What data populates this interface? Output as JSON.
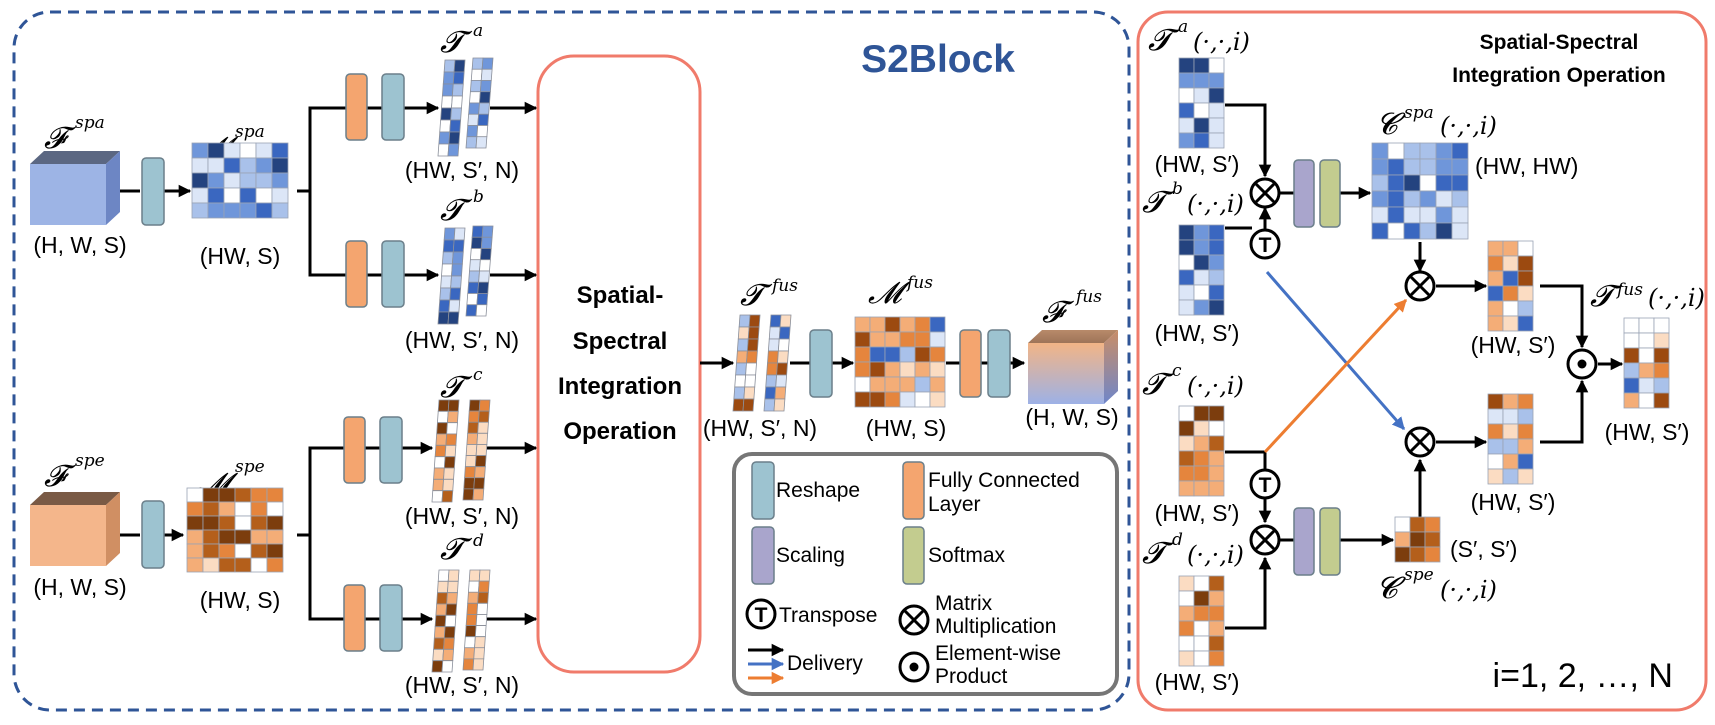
{
  "title": "S2Block",
  "ssio": {
    "center_lines": [
      "Spatial-",
      "Spectral",
      "Integration",
      "Operation"
    ],
    "right_title_lines": [
      "Spatial-Spectral",
      "Integration Operation"
    ]
  },
  "left": {
    "f_spa": {
      "sym": "𝓕",
      "sup": "spa",
      "dims": "(H, W, S)"
    },
    "m_spa": {
      "sym": "𝓜",
      "sup": "spa",
      "dims": "(HW, S)"
    },
    "t_a": {
      "sym": "𝓣",
      "sup": "a",
      "dims": "(HW, S′, N)"
    },
    "t_b": {
      "sym": "𝓣",
      "sup": "b",
      "dims": "(HW, S′, N)"
    },
    "f_spe": {
      "sym": "𝓕",
      "sup": "spe",
      "dims": "(H, W, S)"
    },
    "m_spe": {
      "sym": "𝓜",
      "sup": "spe",
      "dims": "(HW, S)"
    },
    "t_c": {
      "sym": "𝓣",
      "sup": "c",
      "dims": "(HW, S′, N)"
    },
    "t_d": {
      "sym": "𝓣",
      "sup": "d",
      "dims": "(HW, S′, N)"
    },
    "t_fus": {
      "sym": "𝓣",
      "sup": "fus",
      "dims": "(HW, S′, N)"
    },
    "m_fus": {
      "sym": "𝓜",
      "sup": "fus",
      "dims": "(HW, S)"
    },
    "f_fus": {
      "sym": "𝓕",
      "sup": "fus",
      "dims": "(H, W, S)"
    }
  },
  "legend": {
    "reshape": "Reshape",
    "fc_lines": [
      "Fully Connected",
      "Layer"
    ],
    "scaling": "Scaling",
    "softmax": "Softmax",
    "transpose": "Transpose",
    "matmul_lines": [
      "Matrix",
      "Multiplication"
    ],
    "delivery": "Delivery",
    "elementwise_lines": [
      "Element-wise",
      "Product"
    ]
  },
  "right": {
    "t_a": {
      "sym": "𝓣",
      "sup": "a",
      "arg": "(·,·,i)",
      "dims": "(HW, S′)"
    },
    "t_b": {
      "sym": "𝓣",
      "sup": "b",
      "arg": "(·,·,i)",
      "dims": "(HW, S′)"
    },
    "t_c": {
      "sym": "𝓣",
      "sup": "c",
      "arg": "(·,·,i)",
      "dims": "(HW, S′)"
    },
    "t_d": {
      "sym": "𝓣",
      "sup": "d",
      "arg": "(·,·,i)",
      "dims": "(HW, S′)"
    },
    "c_spa": {
      "sym": "𝓒",
      "sup": "spa",
      "arg": "(·,·,i)",
      "dims": "(HW, HW)"
    },
    "c_spe": {
      "sym": "𝓒",
      "sup": "spe",
      "arg": "(·,·,i)",
      "dims": "(S′, S′)"
    },
    "t_fus": {
      "sym": "𝓣",
      "sup": "fus",
      "arg": "(·,·,i)",
      "dims": "(HW, S′)"
    },
    "mid_top_dims": "(HW, S′)",
    "mid_bottom_dims": "(HW, S′)",
    "index_note": "i=1, 2, …, N"
  },
  "glyphs": {
    "transpose": "T"
  },
  "colors": {
    "dashed_border": "#2f5597",
    "title": "#2f5597",
    "ssio_border": "#f07b6b",
    "reshape": "#9dc3d0",
    "fc": "#f4a56f",
    "scaling": "#a9a5cc",
    "softmax": "#c3cc8f",
    "blue_arrow": "#4472c4",
    "orange_arrow": "#ed7d31"
  }
}
